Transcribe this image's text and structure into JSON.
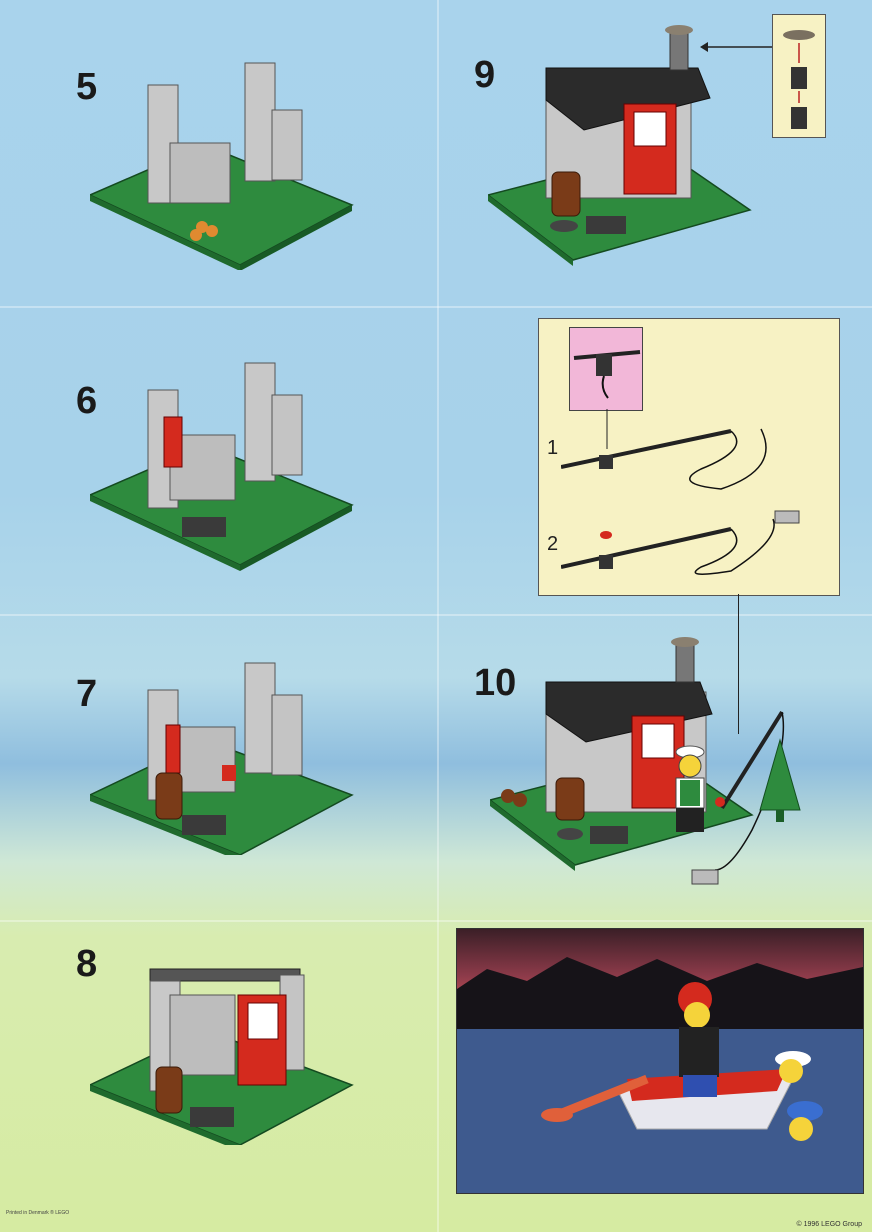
{
  "steps": [
    {
      "id": "5",
      "label": "5"
    },
    {
      "id": "6",
      "label": "6"
    },
    {
      "id": "7",
      "label": "7"
    },
    {
      "id": "8",
      "label": "8"
    },
    {
      "id": "9",
      "label": "9"
    },
    {
      "id": "10",
      "label": "10"
    }
  ],
  "callout": {
    "sub_step_1": "1",
    "sub_step_2": "2"
  },
  "footer": {
    "copyright": "© 1996 LEGO Group",
    "fine_print": "Printed in Denmark ®  LEGO"
  },
  "colors": {
    "baseplate": "#2e8b3e",
    "brick_gray": "#c8c8c8",
    "door_red": "#d42a1e",
    "roof": "#2b2b2b",
    "callout_bg": "#f7f2c4",
    "pink_box": "#f2b7d8"
  }
}
